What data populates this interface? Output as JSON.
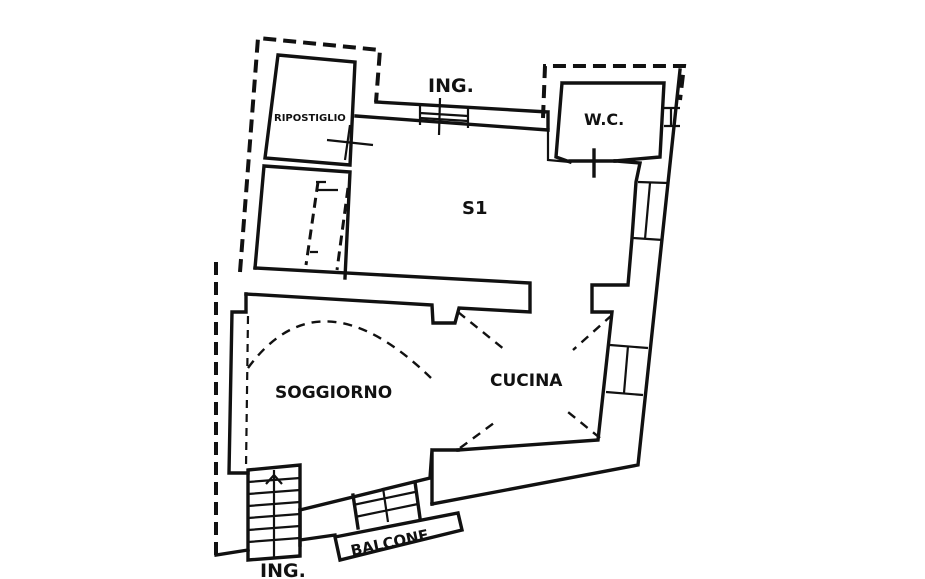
{
  "floorplan": {
    "rooms": {
      "ripostiglio": "RIPOSTIGLIO",
      "wc": "W.C.",
      "s1": "S1",
      "soggiorno": "SOGGIORNO",
      "cucina": "CUCINA",
      "balcone": "BALCONE"
    },
    "entrances": {
      "top": "ING.",
      "bottom": "ING."
    },
    "colors": {
      "line": "#111111",
      "background": "#ffffff"
    }
  }
}
